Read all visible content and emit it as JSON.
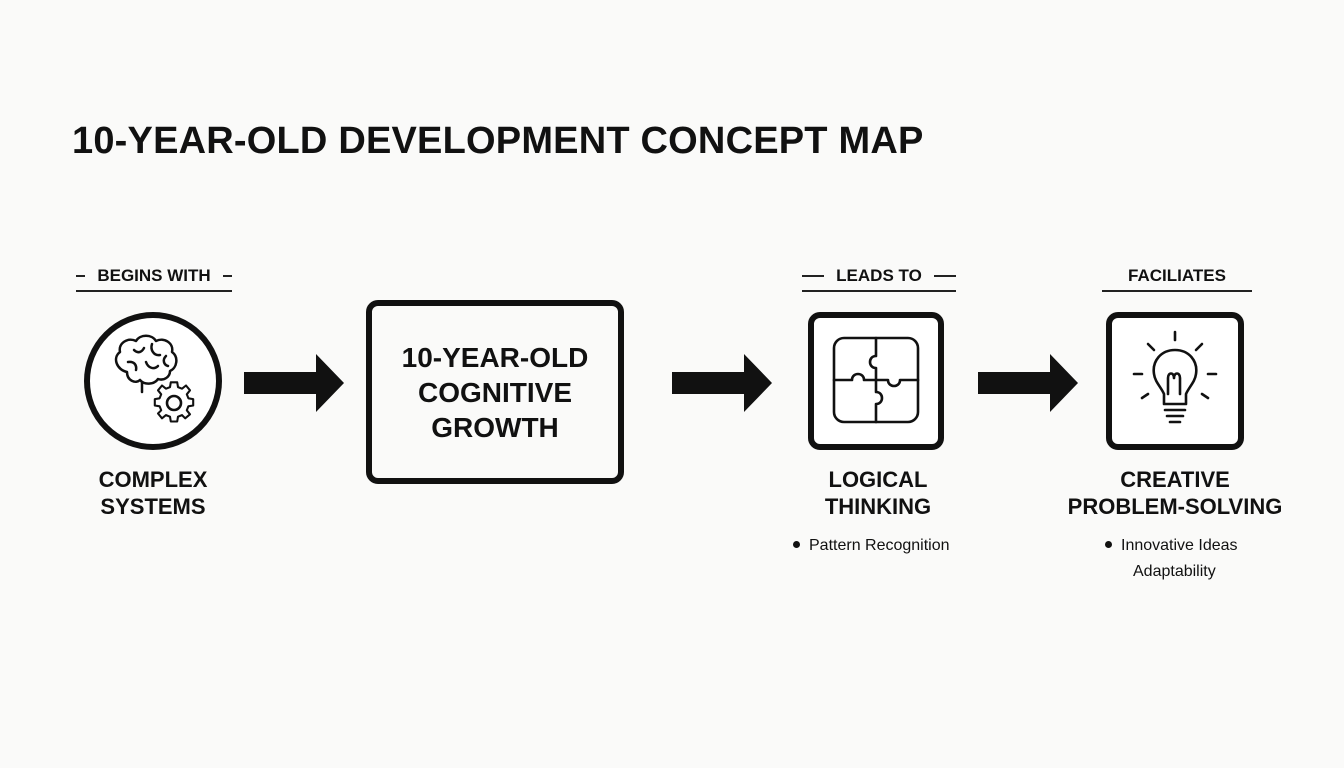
{
  "title": "10-YEAR-OLD DEVELOPMENT CONCEPT MAP",
  "center": {
    "lines": [
      "10-YEAR-OLD",
      "COGNITIVE",
      "GROWTH"
    ]
  },
  "nodes": [
    {
      "header": "BEGINS WITH",
      "label_lines": [
        "COMPLEX",
        "SYSTEMS"
      ],
      "icon": "brain-gear-icon"
    },
    {
      "header": "LEADS TO",
      "label_lines": [
        "LOGICAL",
        "THINKING"
      ],
      "icon": "puzzle-icon",
      "bullets": [
        "Pattern Recognition"
      ]
    },
    {
      "header": "FACILIATES",
      "label_lines": [
        "CREATIVE",
        "PROBLEM-SOLVING"
      ],
      "icon": "lightbulb-icon",
      "bullets": [
        "Innovative Ideas",
        "Adaptability"
      ]
    }
  ]
}
